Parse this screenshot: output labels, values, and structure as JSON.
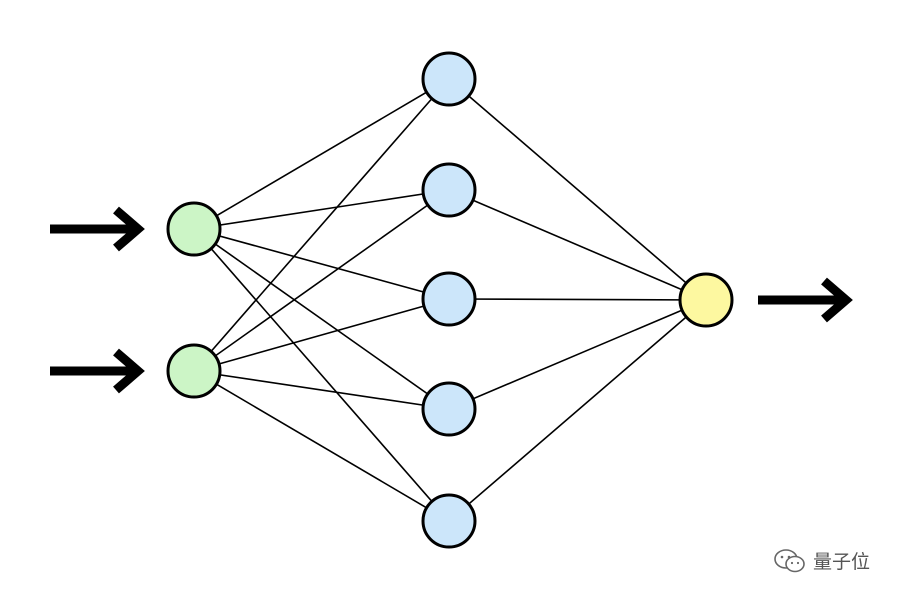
{
  "diagram": {
    "layers": [
      {
        "name": "input",
        "count": 2,
        "fill": "#ccf5c6"
      },
      {
        "name": "hidden",
        "count": 5,
        "fill": "#cce6fa"
      },
      {
        "name": "output",
        "count": 1,
        "fill": "#fdf8a0"
      }
    ],
    "stroke_color": "#000000",
    "arrows": {
      "inputs": 2,
      "outputs": 1
    }
  },
  "watermark": {
    "text": "量子位",
    "icon": "wechat-icon"
  }
}
